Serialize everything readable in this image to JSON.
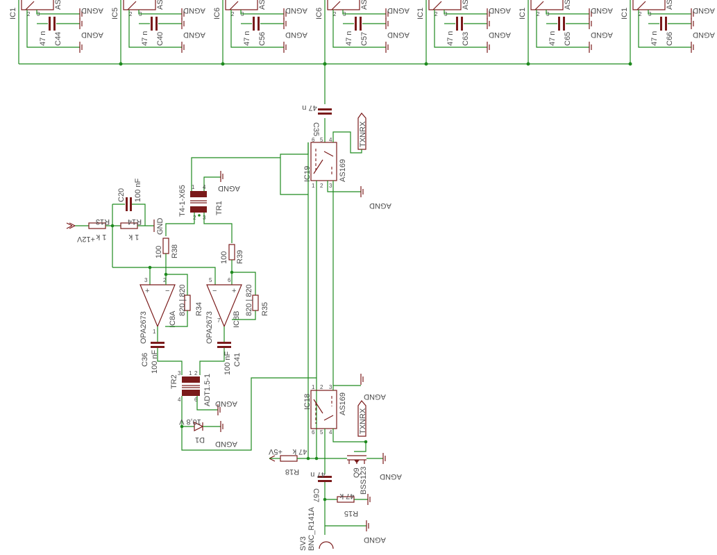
{
  "labels": {
    "agnd": "AGND",
    "gnd": "GND",
    "cap_47n": "47 n",
    "cap_100nf": "100 nF",
    "as": "AS",
    "ic_top": [
      "IC1",
      "IC5",
      "IC6",
      "IC6",
      "IC1",
      "IC1",
      "IC1"
    ],
    "c_top": [
      "C44",
      "C40",
      "C56",
      "C57",
      "C63",
      "C65",
      "C66"
    ],
    "c35": "C35",
    "c36": "C36",
    "c41": "C41",
    "c67": "C67",
    "c20": "C20",
    "ic19": "IC19",
    "ic18": "IC18",
    "as169": "AS169",
    "txnrx": "TXNRX",
    "tr1": "TR1",
    "tr1_part": "T4-1-X65",
    "tr2": "TR2",
    "tr2_part": "ADT1.5-1",
    "r13": "R13",
    "r14": "R14",
    "val_1k": "1 k",
    "plus12v": "+12V",
    "plus5v": "+5V",
    "r38": "R38",
    "r39": "R39",
    "val_100": "100",
    "ic8a": "IC8A",
    "ic8b": "IC8B",
    "opa2673": "OPA2673",
    "r34": "R34",
    "r35": "R35",
    "val_820": "820 | 820",
    "d1": "D1",
    "val_10v8": "10,8 V",
    "r18": "R18",
    "r15": "R15",
    "val_47k": "47 k",
    "q9": "Q9",
    "bss123": "BSS123",
    "sv3": "SV3",
    "bnc": "BNC_R141A"
  },
  "colors": {
    "wire": "#1e8a1e",
    "part": "#7a1a1a",
    "text": "#4a4a4a"
  }
}
